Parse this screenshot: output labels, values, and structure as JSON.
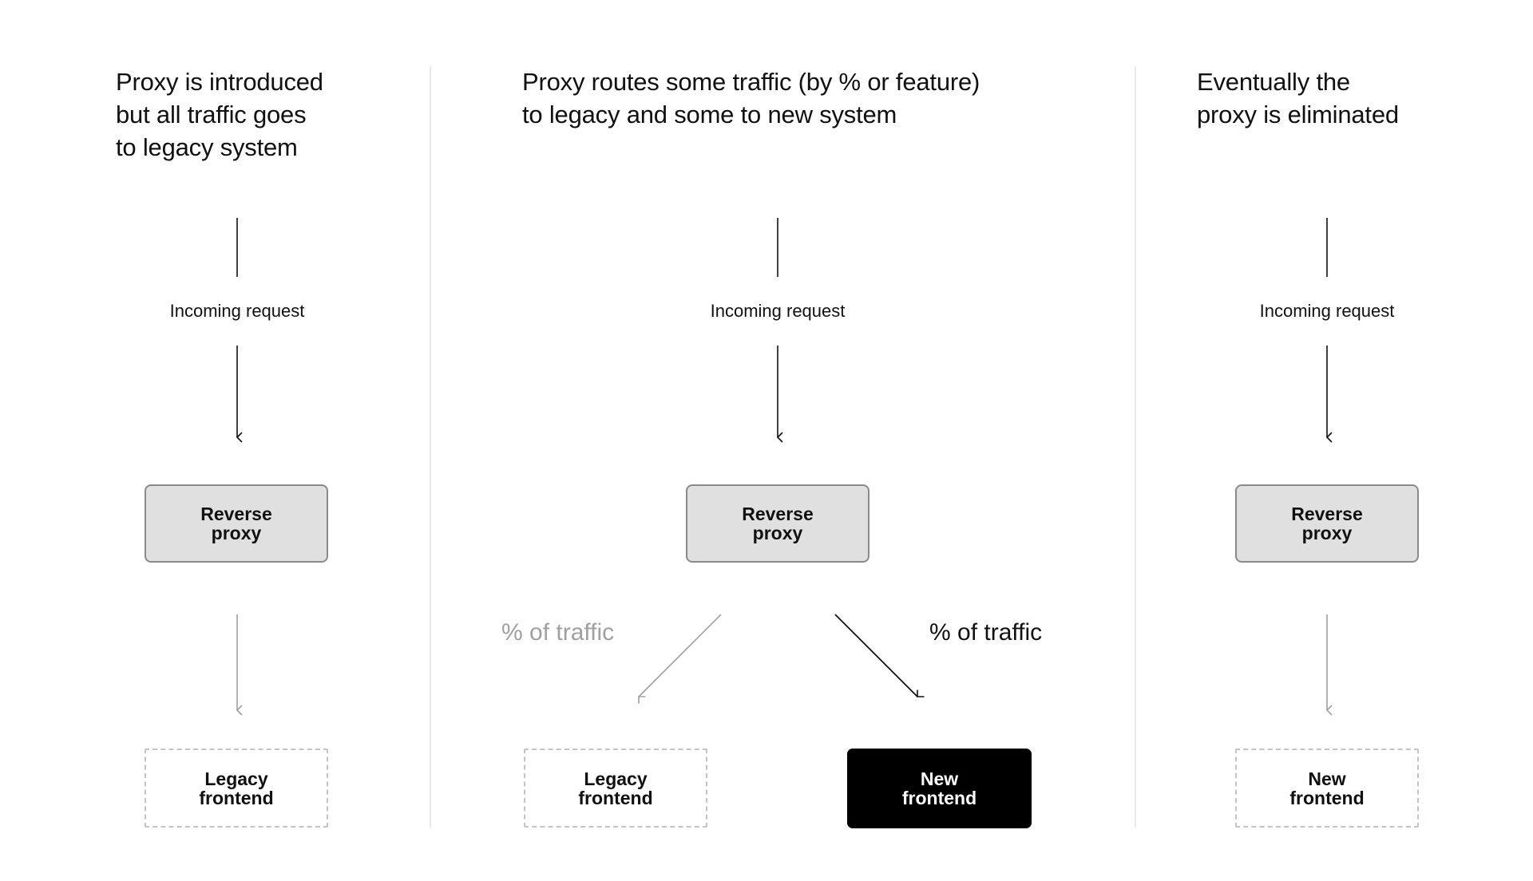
{
  "columns": [
    {
      "title": "Proxy is introduced\nbut all traffic goes\nto legacy system",
      "incoming_label": "Incoming request",
      "proxy_label": "Reverse\nproxy",
      "target_label": "Legacy\nfrontend"
    },
    {
      "title": "Proxy routes some traffic (by % or feature)\nto legacy and some to new system",
      "incoming_label": "Incoming request",
      "proxy_label": "Reverse\nproxy",
      "left_traffic_label": "% of traffic",
      "right_traffic_label": "% of traffic",
      "legacy_label": "Legacy\nfrontend",
      "new_label": "New\nfrontend"
    },
    {
      "title": "Eventually the\nproxy is eliminated",
      "incoming_label": "Incoming request",
      "proxy_label": "Reverse\nproxy",
      "target_label": "New\nfrontend"
    }
  ],
  "colors": {
    "text": "#111111",
    "muted": "#a0a0a0",
    "proxy_fill": "#e0e0e0",
    "proxy_border": "#8a8a8a",
    "dashed_border": "#c4c4c4",
    "new_frontend_fill": "#000000"
  }
}
